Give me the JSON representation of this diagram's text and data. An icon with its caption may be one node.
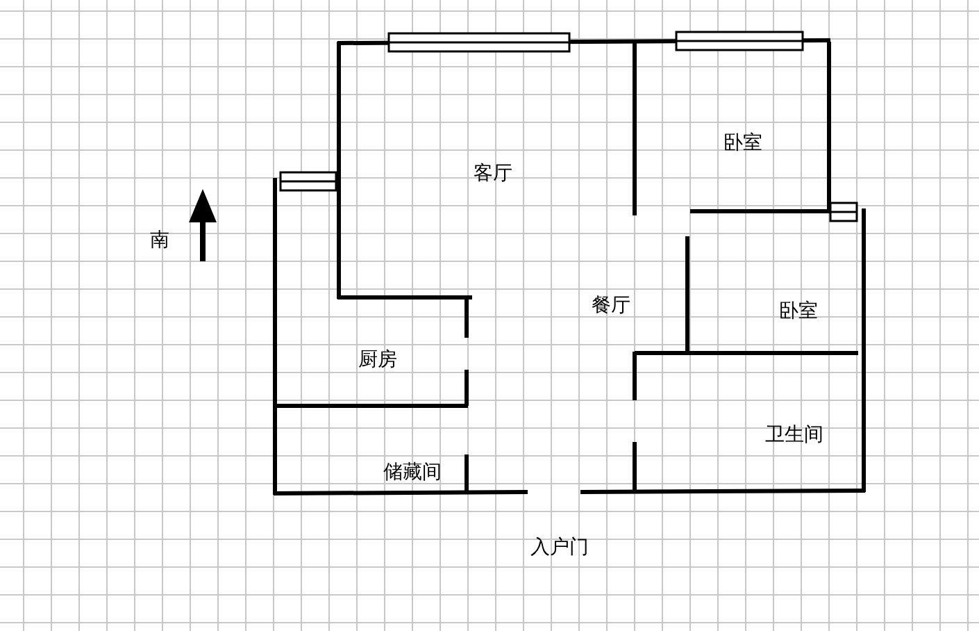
{
  "diagram": {
    "labels": [
      "卧室",
      "客厅",
      "南",
      "餐厅",
      "卧室",
      "厨房",
      "卫生间",
      "储藏间",
      "入户门"
    ]
  }
}
